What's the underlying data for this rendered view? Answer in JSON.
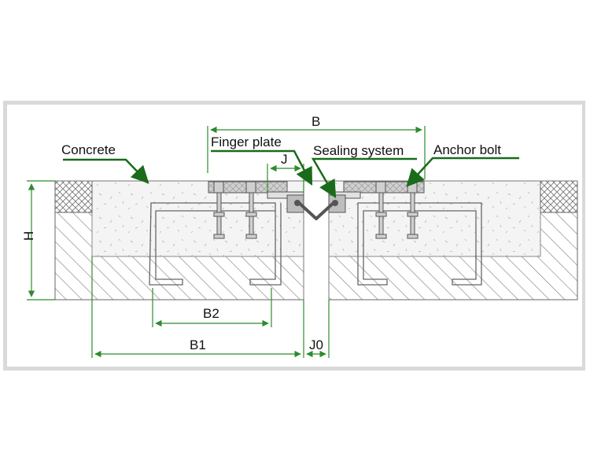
{
  "labels": {
    "concrete": "Concrete",
    "finger_plate": "Finger plate",
    "sealing_system": "Sealing system",
    "anchor_bolt": "Anchor bolt"
  },
  "dimensions": {
    "b": "B",
    "j": "J",
    "h": "H",
    "b1": "B1",
    "b2": "B2",
    "j0": "J0"
  },
  "colors": {
    "callout_line": "#1a6b1a",
    "dimension_line": "#2e8b2e",
    "outline": "#555555",
    "frame": "#d9d9d9"
  }
}
